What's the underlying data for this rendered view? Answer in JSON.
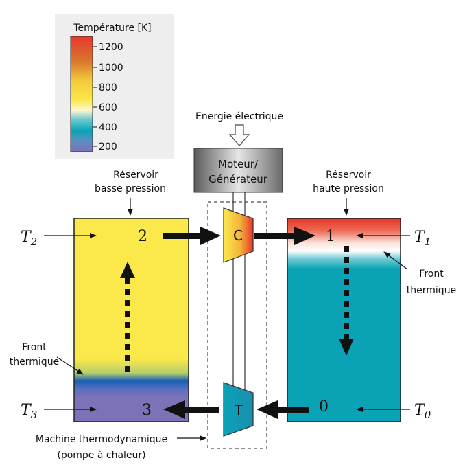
{
  "legend": {
    "title": "Température [K]",
    "ticks": [
      "1200",
      "1000",
      "800",
      "600",
      "400",
      "200"
    ]
  },
  "energy_label": "Energie électrique",
  "motor": {
    "line1": "Moteur/",
    "line2": "Générateur"
  },
  "low_reservoir": {
    "line1": "Réservoir",
    "line2": "basse pression"
  },
  "high_reservoir": {
    "line1": "Réservoir",
    "line2": "haute pression"
  },
  "compressor_label": "C",
  "turbine_label": "T",
  "states": {
    "s0": "0",
    "s1": "1",
    "s2": "2",
    "s3": "3"
  },
  "temps": {
    "t0": {
      "sym": "T",
      "sub": "0"
    },
    "t1": {
      "sym": "T",
      "sub": "1"
    },
    "t2": {
      "sym": "T",
      "sub": "2"
    },
    "t3": {
      "sym": "T",
      "sub": "3"
    }
  },
  "front_left": {
    "line1": "Front",
    "line2": "thermique"
  },
  "front_right": {
    "line1": "Front",
    "line2": "thermique"
  },
  "machine": {
    "line1": "Machine thermodynamique",
    "line2": "(pompe à chaleur)"
  },
  "colors": {
    "hot": "#e8362a",
    "warm_yellow": "#fbe84a",
    "teal": "#0aa3b5",
    "purple": "#7c72b8",
    "front_blue": "#1a5fb4"
  }
}
